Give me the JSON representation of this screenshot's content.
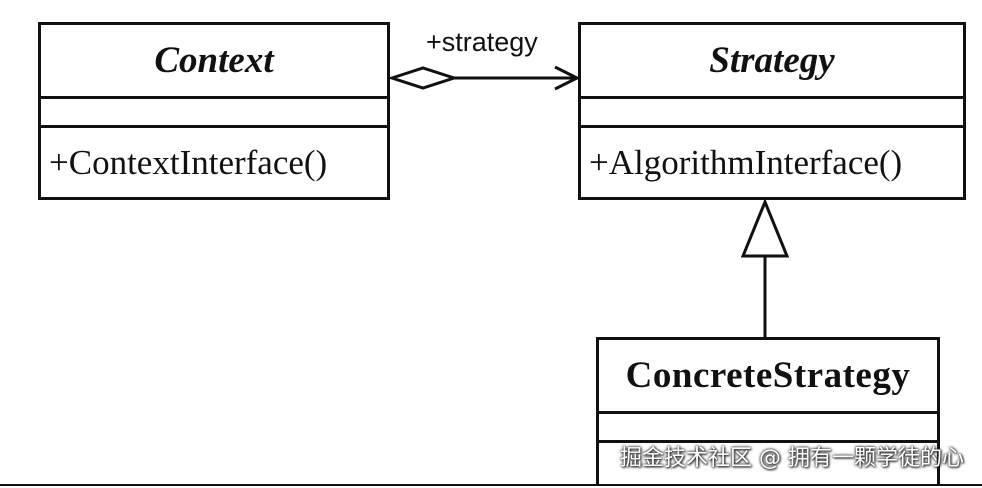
{
  "diagram": {
    "classes": {
      "context": {
        "name": "Context",
        "operation": "+ContextInterface()"
      },
      "strategy": {
        "name": "Strategy",
        "operation": "+AlgorithmInterface()"
      },
      "concrete_strategy": {
        "name": "ConcreteStrategy",
        "operation": ""
      }
    },
    "relations": {
      "association_label": "+strategy",
      "association_type": "aggregation",
      "inheritance_type": "generalization"
    }
  },
  "watermark": {
    "text": "掘金技术社区 @ 拥有一颗学徒的心"
  },
  "colors": {
    "line": "#111111",
    "background": "#ffffff"
  }
}
